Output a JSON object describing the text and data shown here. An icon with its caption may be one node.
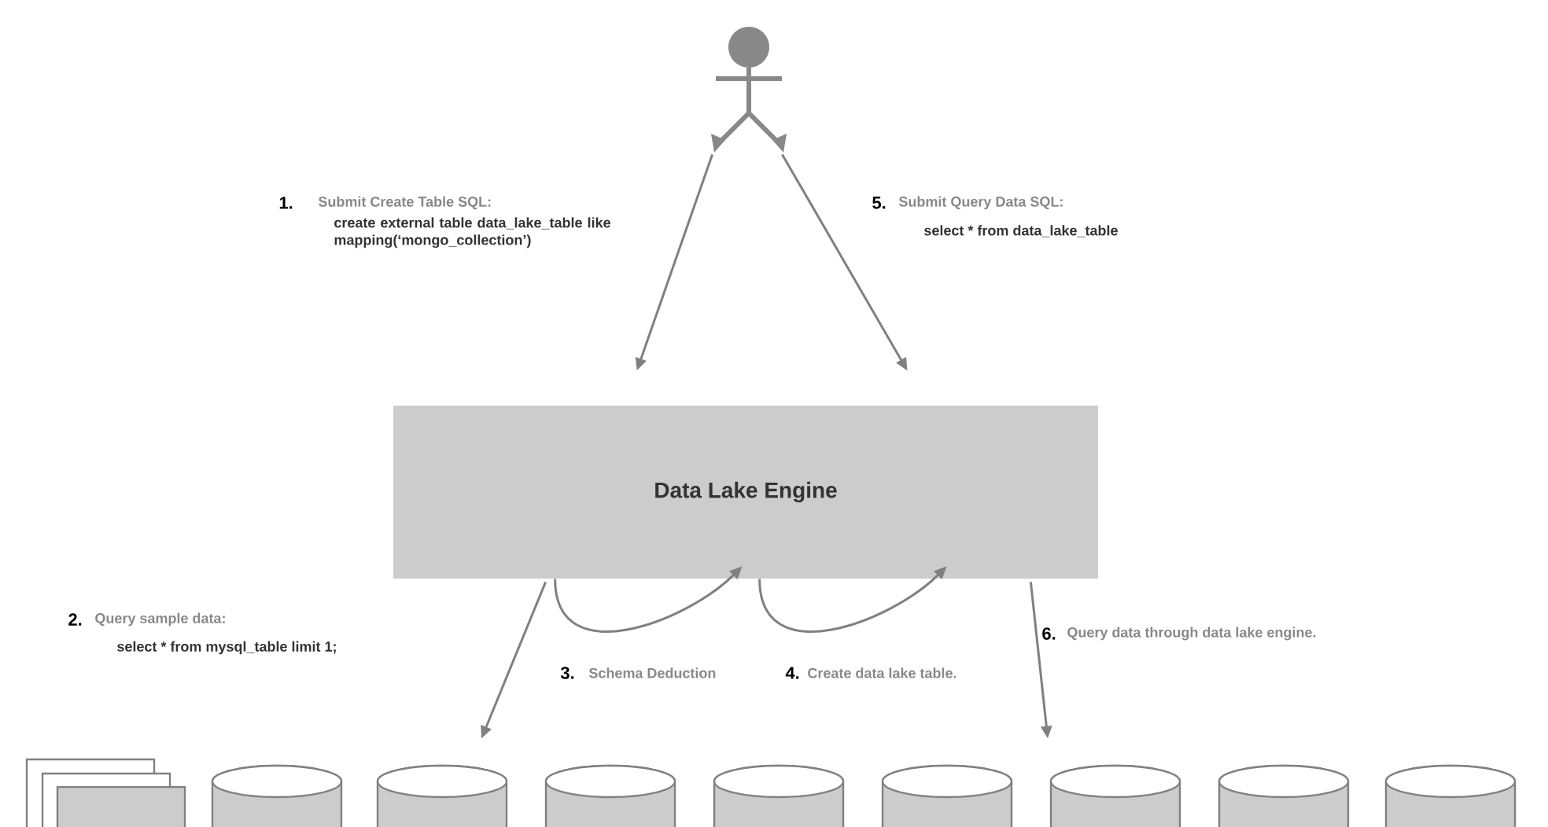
{
  "diagram": {
    "nodes": [
      {
        "text": [],
        "shape": "person"
      },
      {
        "text": [
          "Data Lake Engine"
        ]
      },
      {
        "text": [],
        "shape": "box"
      },
      {
        "text": [],
        "shape": "cylinder"
      },
      {
        "text": [],
        "shape": "cylinder"
      },
      {
        "text": [],
        "shape": "cylinder"
      },
      {
        "text": [],
        "shape": "cylinder"
      },
      {
        "text": [],
        "shape": "cylinder"
      },
      {
        "text": [],
        "shape": "cylinder"
      },
      {
        "text": [],
        "shape": "cylinder"
      },
      {
        "text": [],
        "shape": "cylinder"
      }
    ],
    "edges": [
      {
        "from": 0,
        "to": 1,
        "arrow": "to"
      },
      {
        "from": 0,
        "to": 1,
        "arrow": "to"
      },
      {
        "from": 1,
        "to": 4,
        "arrow": "to"
      },
      {
        "from": 1,
        "to": 1,
        "arrow": "to"
      },
      {
        "from": 1,
        "to": 1,
        "arrow": "to"
      },
      {
        "from": 1,
        "to": 8,
        "arrow": "to"
      }
    ],
    "labels": [
      "1.",
      "Submit Create Table SQL:",
      "create external table data_lake_table like mapping(‘mongo_collection’)",
      "5.",
      "Submit Query Data SQL:",
      "select * from data_lake_table",
      "2.",
      "Query sample data:",
      "select * from mysql_table limit 1;",
      "3.",
      "Schema Deduction",
      "4.",
      "Create data lake  table.",
      "6.",
      "Query data through data lake engine."
    ]
  }
}
